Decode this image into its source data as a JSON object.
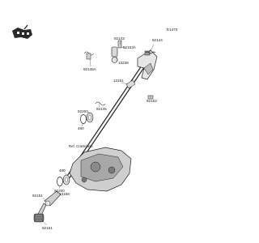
{
  "diagram": {
    "page_code": "E1470",
    "ref_note": "Ref. Crankcase",
    "labels": {
      "p92144": "92144",
      "p92143": "92143",
      "p92153a": "92153A",
      "p13236": "13236",
      "p92145a": "92145A",
      "p13161": "13161",
      "p92152": "92152",
      "p92145": "92145",
      "p92200_upper": "92200",
      "p480_upper": "480",
      "p92200_lower": "92200",
      "p480_lower": "480",
      "p92151": "92151",
      "p13168": "13168",
      "p92161": "92161"
    }
  }
}
